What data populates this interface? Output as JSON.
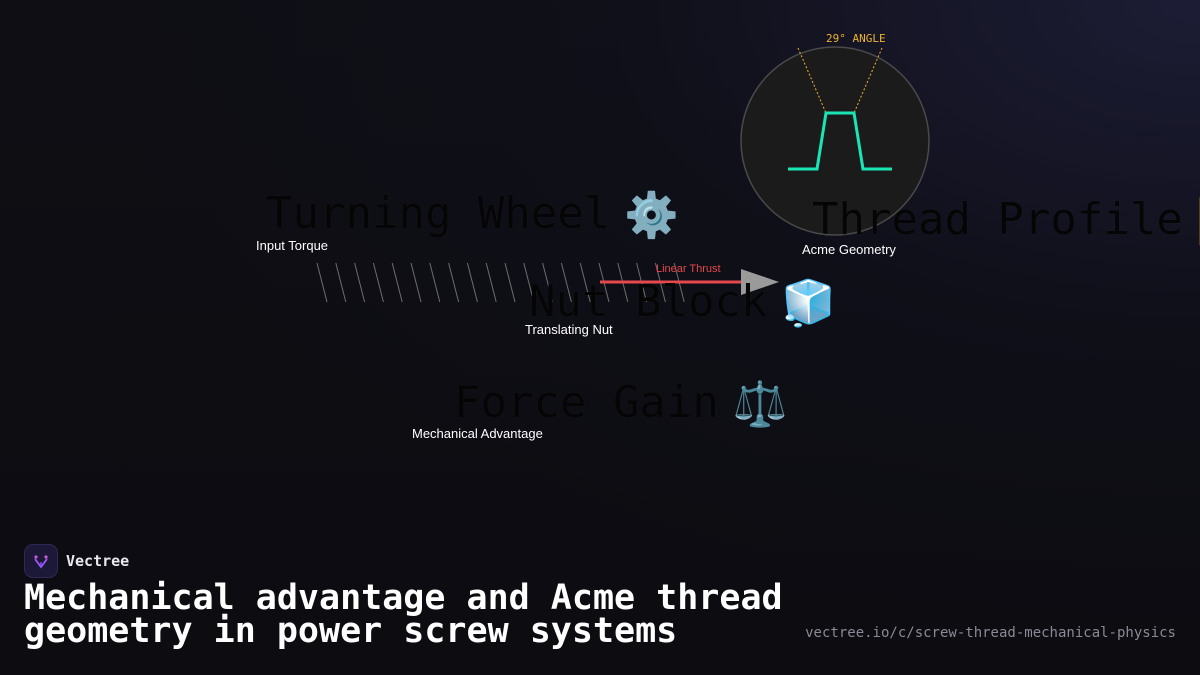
{
  "diagram": {
    "nodes": [
      {
        "id": "wheel",
        "title": "Turning Wheel",
        "icon": "⚙️",
        "icon_name": "gear-icon",
        "subtitle": "Input Torque"
      },
      {
        "id": "profile",
        "title": "Thread Profile",
        "icon": "📐",
        "icon_name": "triangle-ruler-icon",
        "subtitle": "Acme Geometry"
      },
      {
        "id": "nut",
        "title": "Nut Block",
        "icon": "🧊",
        "icon_name": "cube-icon",
        "subtitle": "Translating Nut"
      },
      {
        "id": "force",
        "title": "Force Gain",
        "icon": "⚖️",
        "icon_name": "balance-scale-icon",
        "subtitle": "Mechanical Advantage"
      }
    ],
    "thread_angle_label": "29° ANGLE",
    "thrust_label": "Linear Thrust",
    "colors": {
      "thread_profile": "#19e6b4",
      "angle_guides": "#f0b429",
      "thrust_arrow": "#e5484d",
      "arrow_head": "#9a9a9a",
      "circle_fill": "#1b1b1b",
      "thread_lines": "#6e6e6e"
    }
  },
  "footer": {
    "brand_name": "Vectree",
    "headline": "Mechanical advantage and Acme thread geometry in power screw systems",
    "source_url": "vectree.io/c/screw-thread-mechanical-physics"
  }
}
